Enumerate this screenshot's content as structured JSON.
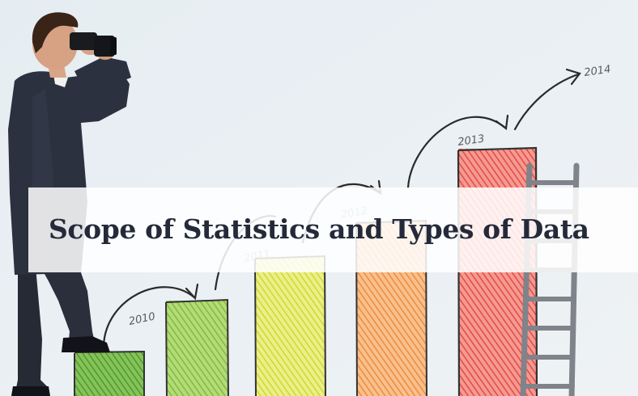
{
  "title": "Scope of Statistics and Types of Data",
  "year_labels": [
    "2010",
    "2011",
    "2012",
    "2013",
    "2014"
  ],
  "colors": {
    "background": "#e8eef3",
    "title_band": "#ffffff",
    "title_text": "#252a3a",
    "bar_green": "#5aa532",
    "bar_lightgreen": "#8cc63f",
    "bar_yellow": "#d6df37",
    "bar_orange": "#f29a4a",
    "bar_red": "#ea5048",
    "suit": "#2b2f3c",
    "ladder": "#7f8288"
  }
}
